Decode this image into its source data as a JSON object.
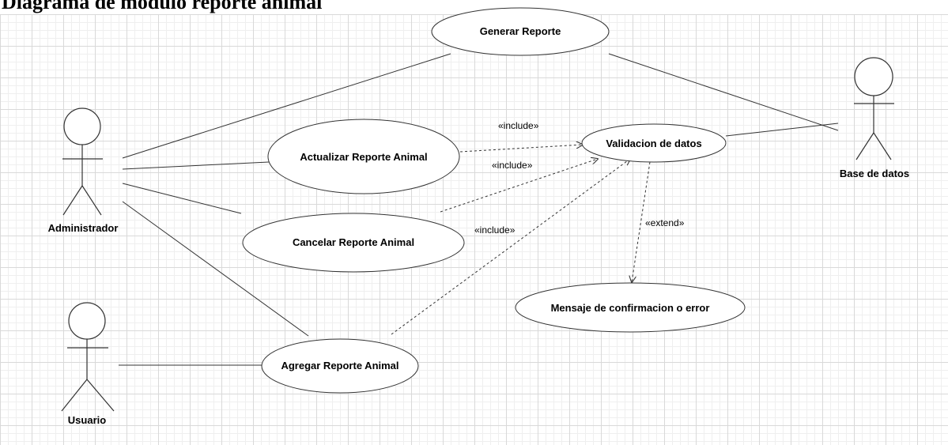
{
  "page": {
    "heading": "Diagrama de modulo reporte animal"
  },
  "actors": {
    "administrador": "Administrador",
    "base_de_datos": "Base de datos",
    "usuario": "Usuario"
  },
  "use_cases": {
    "generar_reporte": "Generar Reporte",
    "actualizar_reporte_animal": "Actualizar Reporte Animal",
    "cancelar_reporte_animal": "Cancelar Reporte Animal",
    "agregar_reporte_animal": "Agregar Reporte Animal",
    "validacion_de_datos": "Validacion de datos",
    "mensaje_confirmacion": "Mensaje de confirmacion o error"
  },
  "relations": {
    "include_actualizar": "«include»",
    "include_cancelar": "«include»",
    "include_agregar": "«include»",
    "extend_mensaje": "«extend»"
  },
  "colors": {
    "line": "#333333",
    "ellipse_fill": "#ffffff",
    "grid_major": "#d9d9d9",
    "grid_minor": "#efefef"
  }
}
